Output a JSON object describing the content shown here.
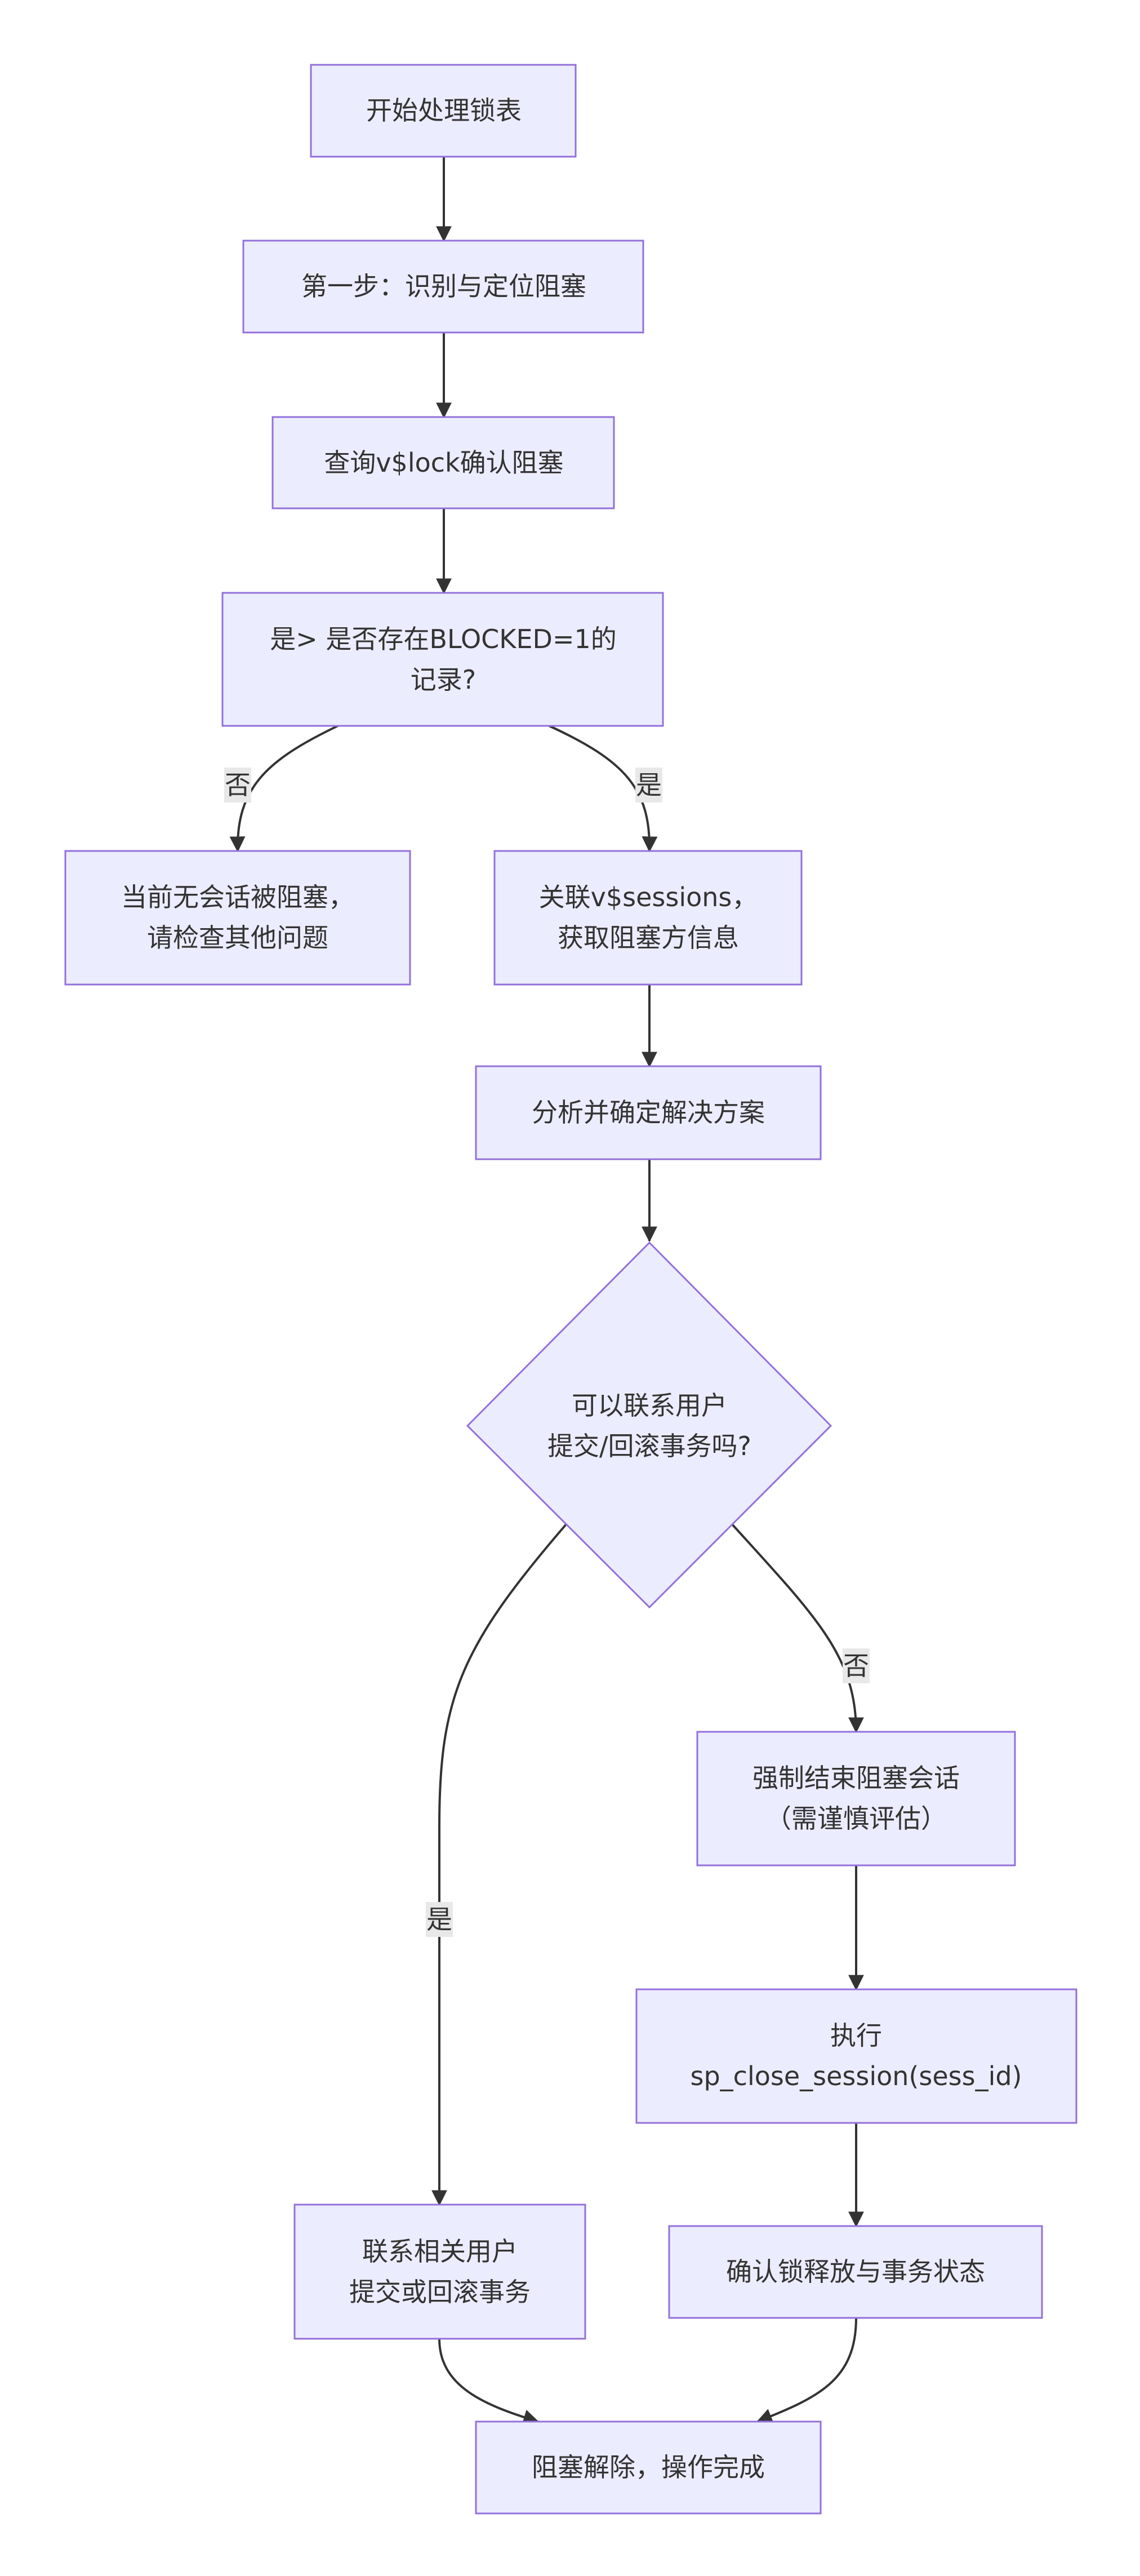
{
  "colors": {
    "node_fill": "#ececff",
    "node_stroke": "#9370db",
    "edge": "#333333",
    "text": "#333333",
    "label_bg": "#e8e8e8"
  },
  "nodes": {
    "start": {
      "lines": [
        "开始处理锁表"
      ]
    },
    "step1": {
      "lines": [
        "第一步：识别与定位阻塞"
      ]
    },
    "query": {
      "lines": [
        "查询v$lock确认阻塞"
      ]
    },
    "check": {
      "lines": [
        "是> 是否存在BLOCKED=1的",
        "记录?"
      ]
    },
    "noblock": {
      "lines": [
        "当前无会话被阻塞，",
        "请检查其他问题"
      ]
    },
    "join": {
      "lines": [
        "关联v$sessions，",
        "获取阻塞方信息"
      ]
    },
    "analyze": {
      "lines": [
        "分析并确定解决方案"
      ]
    },
    "decision": {
      "lines": [
        "可以联系用户",
        "提交/回滚事务吗?"
      ]
    },
    "force": {
      "lines": [
        "强制结束阻塞会话",
        "（需谨慎评估）"
      ]
    },
    "exec": {
      "lines": [
        "执行",
        "sp_close_session(sess_id)"
      ]
    },
    "contact": {
      "lines": [
        "联系相关用户",
        "提交或回滚事务"
      ]
    },
    "confirm": {
      "lines": [
        "确认锁释放与事务状态"
      ]
    },
    "done": {
      "lines": [
        "阻塞解除，操作完成"
      ]
    }
  },
  "edge_labels": {
    "check_no": "否",
    "check_yes": "是",
    "decision_no": "否",
    "decision_yes": "是"
  }
}
